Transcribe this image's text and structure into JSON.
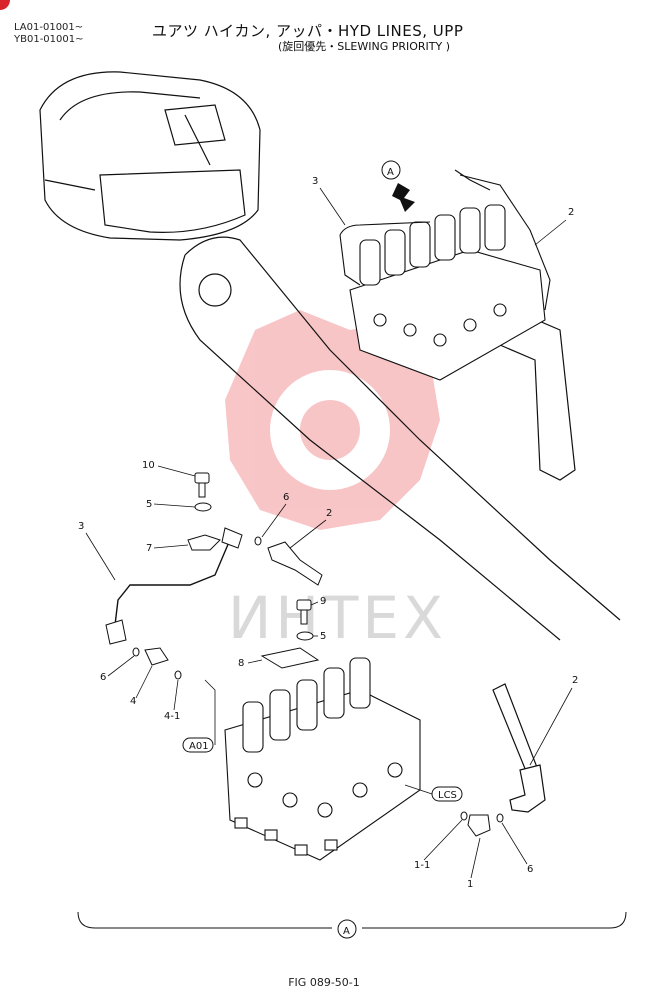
{
  "header": {
    "serial_1": "LA01-01001~",
    "serial_2": "YB01-01001~",
    "title": "ユアツ ハイカン, アッパ・HYD LINES, UPP",
    "subtitle": "(旋回優先・SLEWING PRIORITY )"
  },
  "watermark": {
    "text": "ИНТЕХ",
    "color": "#e8343a"
  },
  "callouts": {
    "view_a_top": "A",
    "view_a_bottom": "A",
    "a01": "A01",
    "lcs": "LCS",
    "p2_top": "2",
    "p3_top": "3",
    "p10": "10",
    "p5_a": "5",
    "p6_a": "6",
    "p2_mid": "2",
    "p3_mid": "3",
    "p7": "7",
    "p9": "9",
    "p5_b": "5",
    "p8": "8",
    "p6_b": "6",
    "p4": "4",
    "p4_1": "4-1",
    "p2_right": "2",
    "p1_1": "1-1",
    "p1": "1",
    "p6_c": "6"
  },
  "footer": {
    "fig": "FIG 089-50-1"
  }
}
